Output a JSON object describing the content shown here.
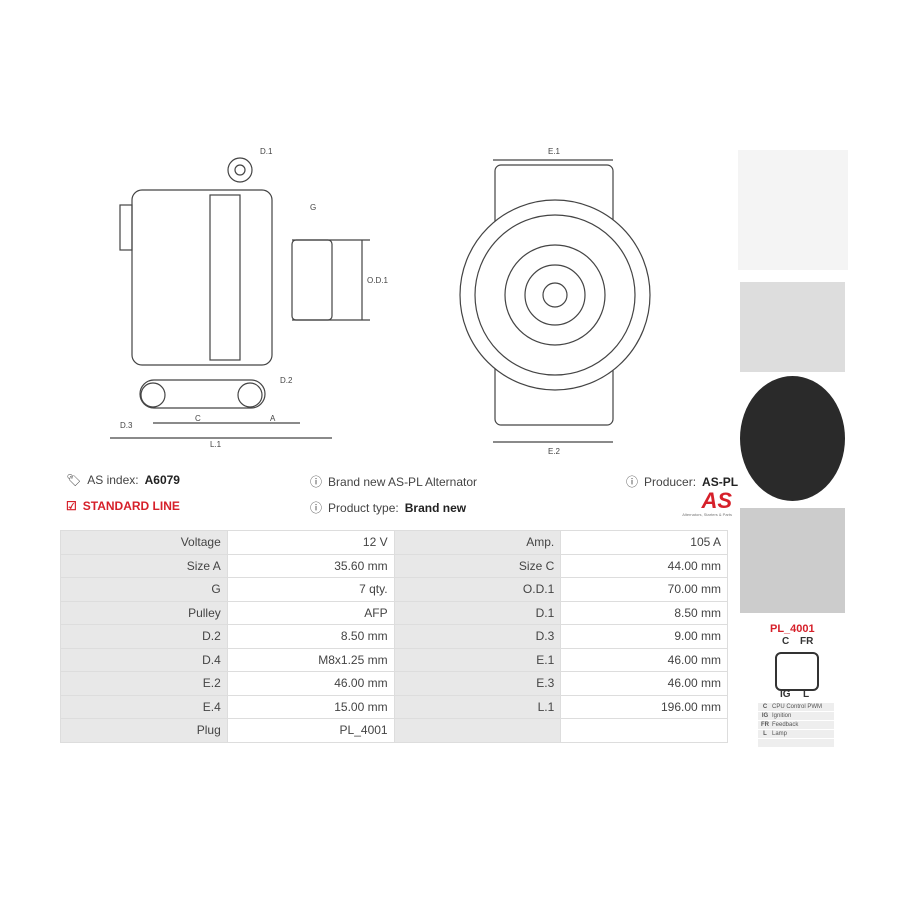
{
  "drawings": {
    "side_labels": [
      "D.1",
      "G",
      "O.D.1",
      "D.2",
      "D.3",
      "C",
      "A",
      "L.1"
    ],
    "front_labels": [
      "E.1",
      "E.2"
    ]
  },
  "info": {
    "as_index_label": "AS index:",
    "as_index": "A6079",
    "line": "STANDARD LINE",
    "title": "Brand new AS-PL Alternator",
    "product_type_label": "Product type:",
    "product_type": "Brand new",
    "producer_label": "Producer:",
    "producer": "AS-PL",
    "logo_text": "AS",
    "logo_tagline": "Alternators, Starters & Parts"
  },
  "specs": [
    [
      "Voltage",
      "12 V",
      "Amp.",
      "105 A"
    ],
    [
      "Size A",
      "35.60 mm",
      "Size C",
      "44.00 mm"
    ],
    [
      "G",
      "7 qty.",
      "O.D.1",
      "70.00 mm"
    ],
    [
      "Pulley",
      "AFP",
      "D.1",
      "8.50 mm"
    ],
    [
      "D.2",
      "8.50 mm",
      "D.3",
      "9.00 mm"
    ],
    [
      "D.4",
      "M8x1.25 mm",
      "E.1",
      "46.00 mm"
    ],
    [
      "E.2",
      "46.00 mm",
      "E.3",
      "46.00 mm"
    ],
    [
      "E.4",
      "15.00 mm",
      "L.1",
      "196.00 mm"
    ],
    [
      "Plug",
      "PL_4001",
      "",
      ""
    ]
  ],
  "plug": {
    "name": "PL_4001",
    "top_pins": [
      "C",
      "FR"
    ],
    "bottom_pins": [
      "IG",
      "L"
    ],
    "legend": [
      [
        "C",
        "CPU Control PWM"
      ],
      [
        "IG",
        "Ignition"
      ],
      [
        "FR",
        "Feedback"
      ],
      [
        "L",
        "Lamp"
      ],
      [
        "",
        ""
      ]
    ]
  },
  "colors": {
    "accent": "#d6202a",
    "table_label_bg": "#e8e8e8"
  }
}
